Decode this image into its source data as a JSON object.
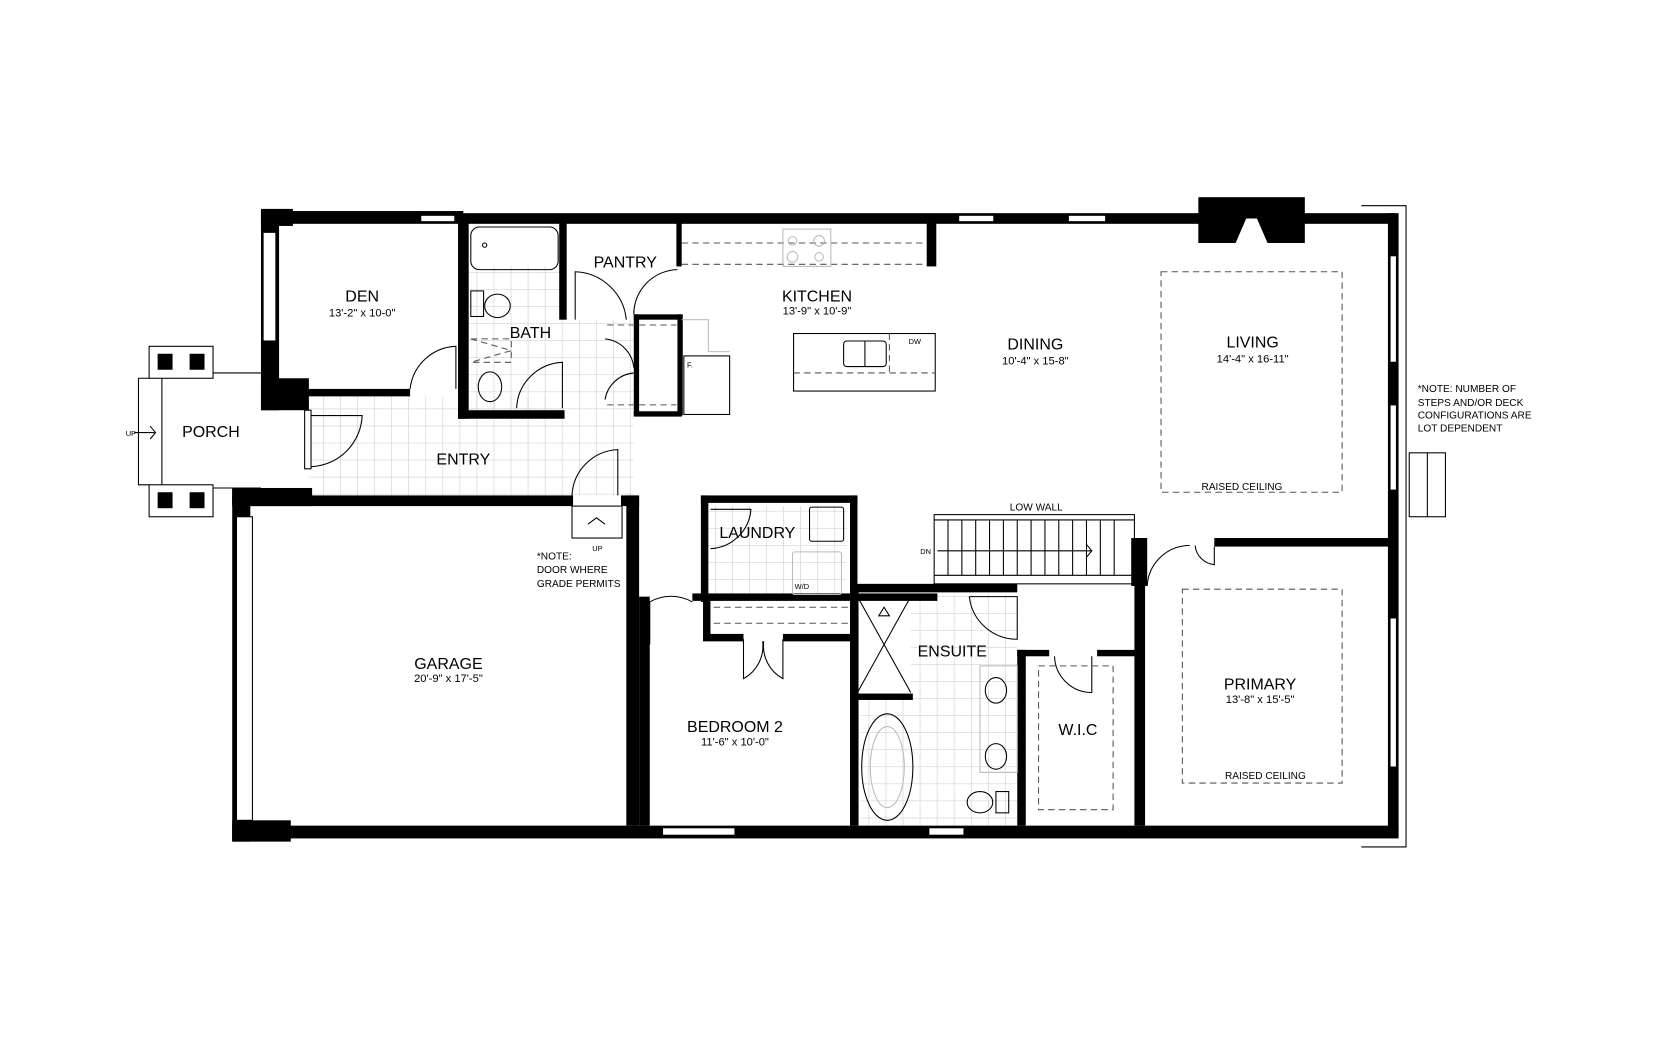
{
  "plan": {
    "rooms": {
      "den": {
        "name": "DEN",
        "dims": "13'-2\" x 10-0\""
      },
      "bath": {
        "name": "BATH"
      },
      "pantry": {
        "name": "PANTRY"
      },
      "kitchen": {
        "name": "KITCHEN",
        "dims": "13'-9\" x 10'-9\""
      },
      "dining": {
        "name": "DINING",
        "dims": "10'-4\" x 15-8\""
      },
      "living": {
        "name": "LIVING",
        "dims": "14'-4\" x 16-11\"",
        "note": "RAISED CEILING"
      },
      "porch": {
        "name": "PORCH"
      },
      "entry": {
        "name": "ENTRY"
      },
      "garage": {
        "name": "GARAGE",
        "dims": "20'-9\" x 17'-5\""
      },
      "laundry": {
        "name": "LAUNDRY"
      },
      "bedroom2": {
        "name": "BEDROOM 2",
        "dims": "11'-6\" x 10'-0\""
      },
      "ensuite": {
        "name": "ENSUITE"
      },
      "wic": {
        "name": "W.I.C"
      },
      "primary": {
        "name": "PRIMARY",
        "dims": "13'-8\" x 15'-5\"",
        "note": "RAISED CEILING"
      }
    },
    "labels": {
      "low_wall": "LOW WALL",
      "dn": "DN",
      "up_stair": "UP",
      "up_porch": "UP",
      "dw": "DW",
      "fridge": "F.",
      "wd": "W/D"
    },
    "notes": {
      "garage_door": [
        "*NOTE:",
        "DOOR WHERE",
        "GRADE PERMITS"
      ],
      "deck": [
        "*NOTE: NUMBER OF",
        "STEPS AND/OR DECK",
        "CONFIGURATIONS ARE",
        "LOT DEPENDENT"
      ]
    }
  }
}
